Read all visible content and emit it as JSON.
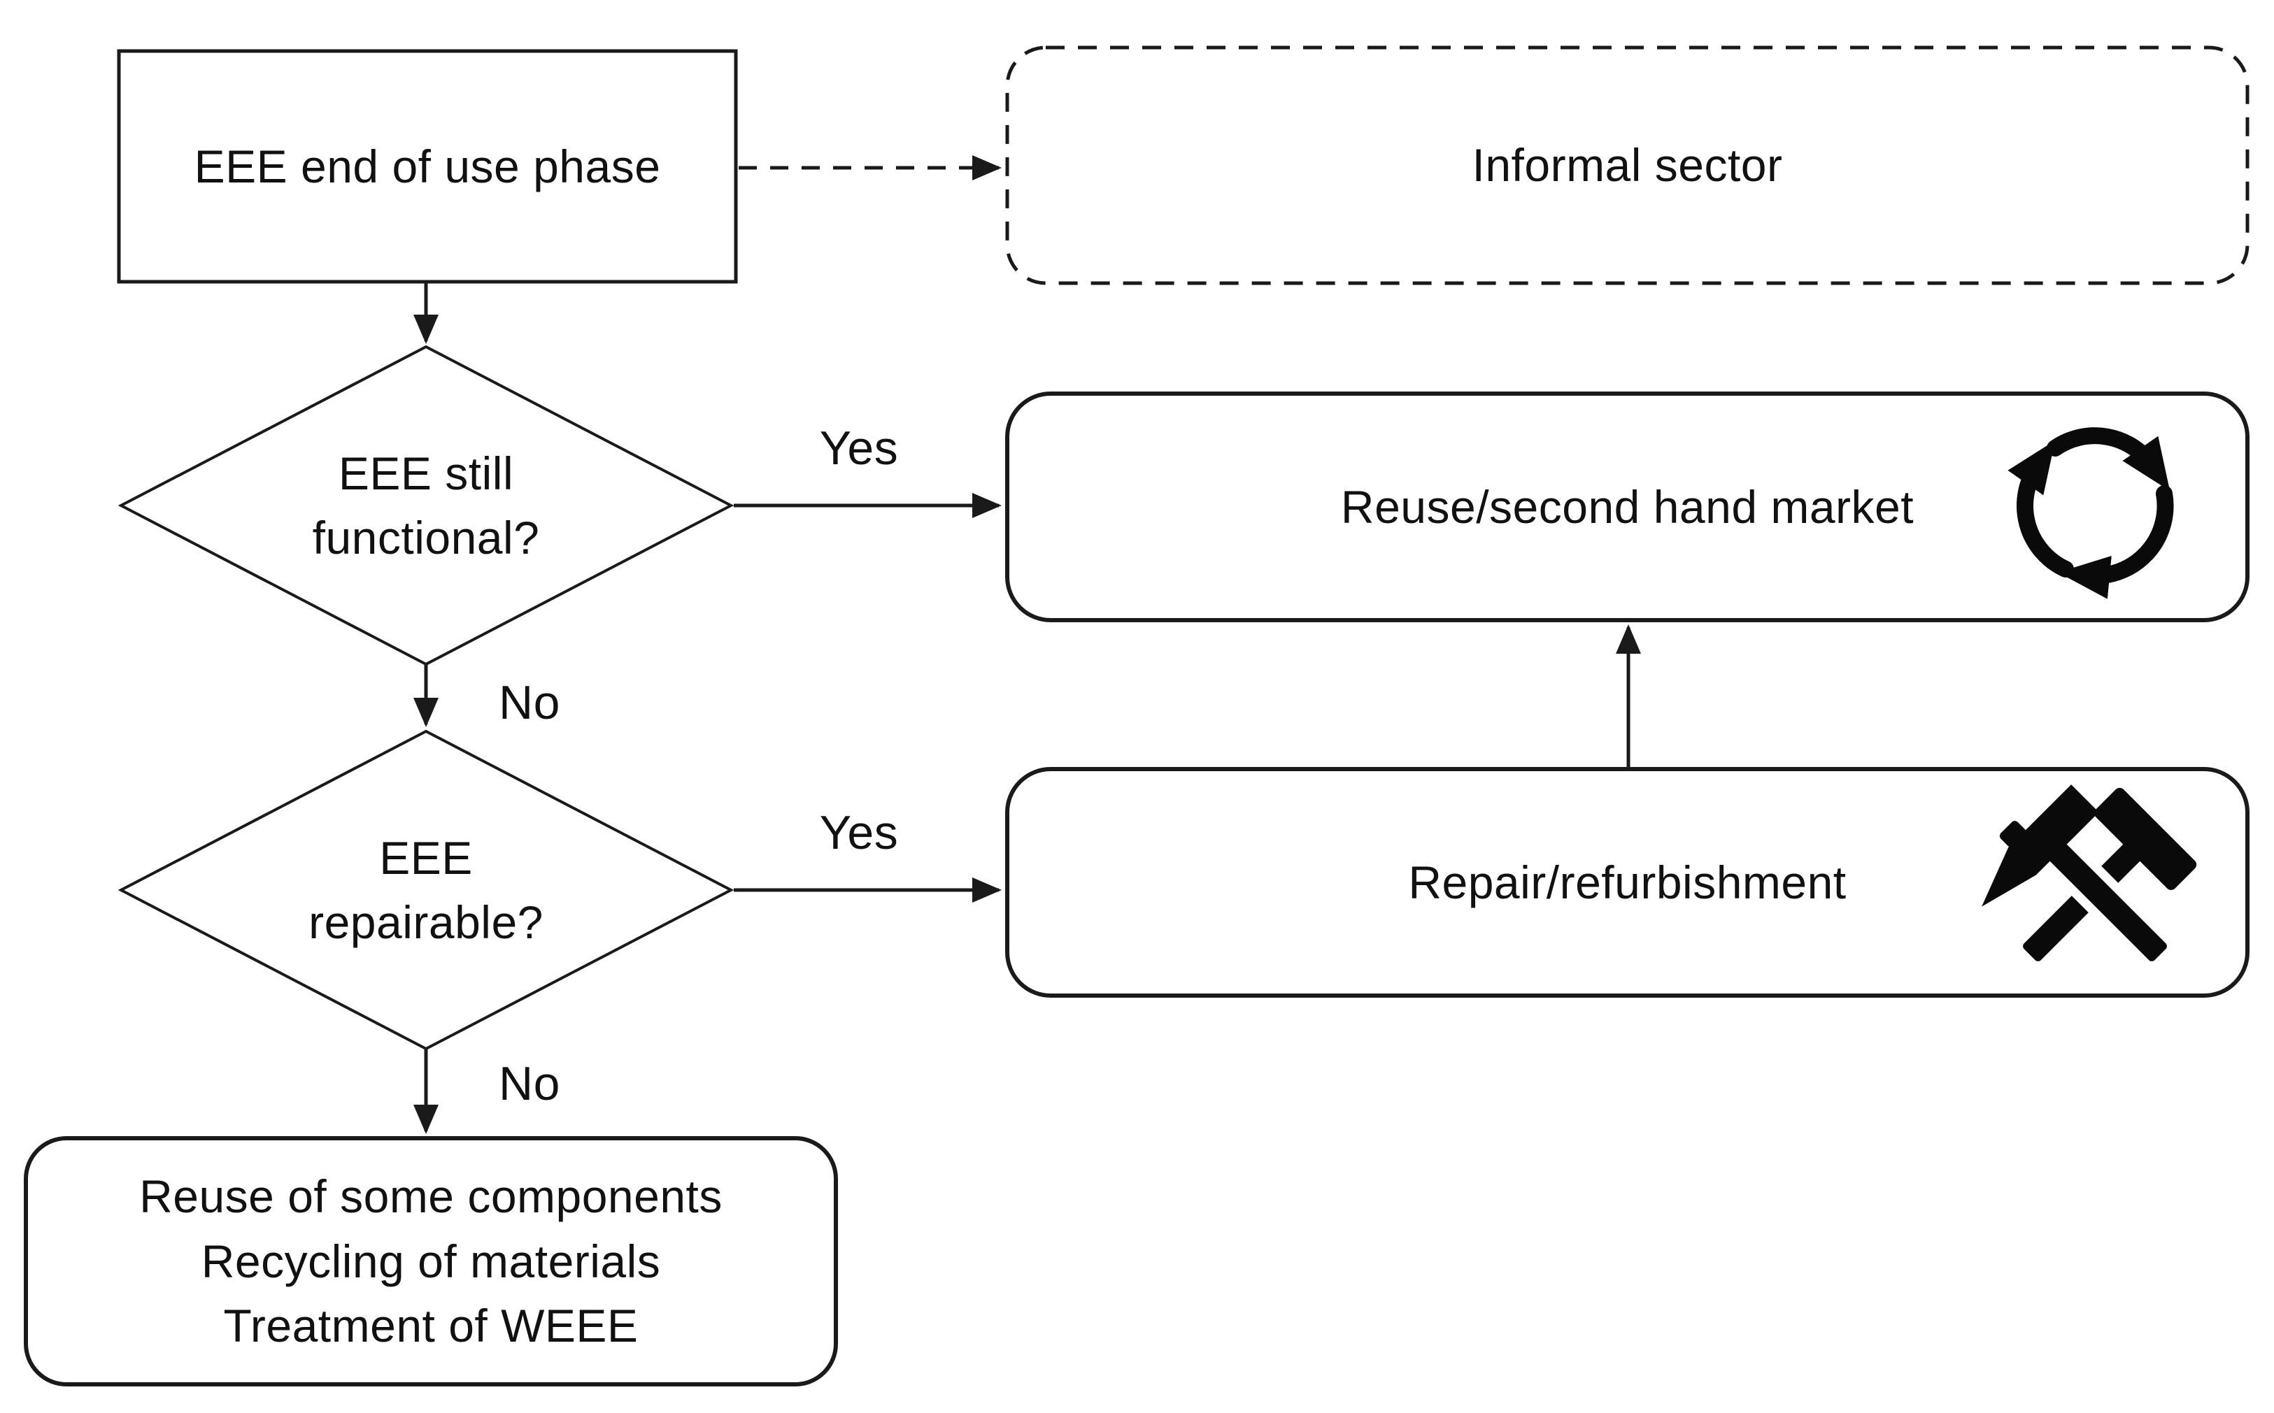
{
  "diagram": {
    "nodes": {
      "end_of_use": {
        "label": "EEE end of use phase"
      },
      "informal": {
        "label": "Informal sector"
      },
      "functional": {
        "label": "EEE still\nfunctional?"
      },
      "reuse": {
        "label": "Reuse/second hand market",
        "icon": "cycle-arrows"
      },
      "repairable": {
        "label": "EEE\nrepairable?"
      },
      "repair": {
        "label": "Repair/refurbishment",
        "icon": "crossed-hammers"
      },
      "treatment": {
        "label": "Reuse of some components\nRecycling of materials\nTreatment of WEEE"
      }
    },
    "edges": {
      "yes1": "Yes",
      "no1": "No",
      "yes2": "Yes",
      "no2": "No"
    },
    "colors": {
      "stroke": "#1a1a1a",
      "text": "#111111",
      "background": "#ffffff"
    }
  }
}
